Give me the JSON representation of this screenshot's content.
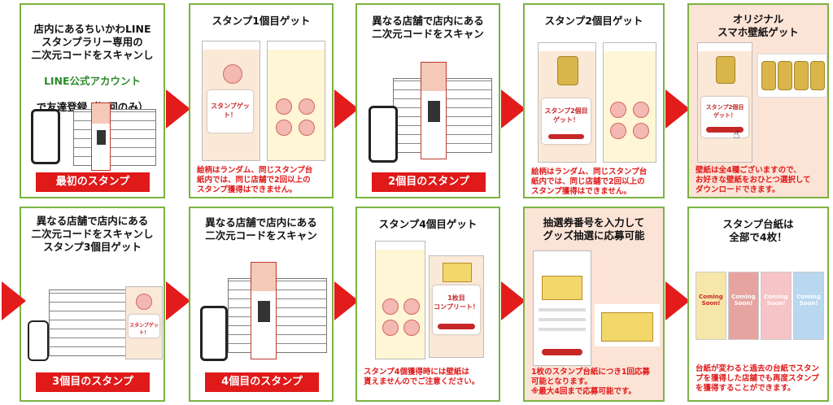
{
  "cards": {
    "c1": {
      "title_a": "店内にあるちいかわLINE\nスタンプラリー専用の\n二次元コードをスキャンし",
      "title_green": "LINE公式アカウント",
      "title_b": "で友達登録（初回のみ）",
      "badge": "最初のスタンプ"
    },
    "c2": {
      "title": "スタンプ1個目ゲット",
      "popup": "スタンプゲット！",
      "note": "絵柄はランダム、同じスタンプ台\n紙内では、同じ店舗で2回以上の\nスタンプ獲得はできません。"
    },
    "c3": {
      "title": "異なる店舗で店内にある\n二次元コードをスキャン",
      "badge": "2個目のスタンプ"
    },
    "c4": {
      "title": "スタンプ2個目ゲット",
      "popup": "スタンプ2個目\nゲット！",
      "note": "絵柄はランダム、同じスタンプ台\n紙内では、同じ店舗で2回以上の\nスタンプ獲得はできません。"
    },
    "c5": {
      "title": "オリジナル\nスマホ壁紙ゲット",
      "popup": "スタンプ2個目\nゲット！",
      "note": "壁紙は全4種ございますので、\nお好きな壁紙をおひとつ選択して\nダウンロードできます。"
    },
    "c6": {
      "title": "異なる店舗で店内にある\n二次元コードをスキャンし\nスタンプ3個目ゲット",
      "popup": "スタンプゲット！",
      "badge": "3個目のスタンプ"
    },
    "c7": {
      "title": "異なる店舗で店内にある\n二次元コードをスキャン",
      "badge": "4個目のスタンプ"
    },
    "c8": {
      "title": "スタンプ4個目ゲット",
      "popup": "1枚目\nコンプリート！",
      "note": "スタンプ4個獲得時には壁紙は\n貰えませんのでご注意ください。"
    },
    "c9": {
      "title": "抽選券番号を入力して\nグッズ抽選に応募可能",
      "note": "1枚のスタンプ台紙につき1回応募\n可能となります。\n※最大4回まで応募可能です。"
    },
    "c10": {
      "title": "スタンプ台紙は\n全部で4枚！",
      "coming": "Coming\nSoon!",
      "note": "台紙が変わると過去の台紙でスタン\nプを獲得した店舗でも再度スタンプ\nを獲得することができます。"
    }
  },
  "colors": {
    "border": "#7cb342",
    "accent_red": "#e01919",
    "arrow": "#e31b1b",
    "peach": "#fbe3d6",
    "green_text": "#2e8b2e"
  }
}
